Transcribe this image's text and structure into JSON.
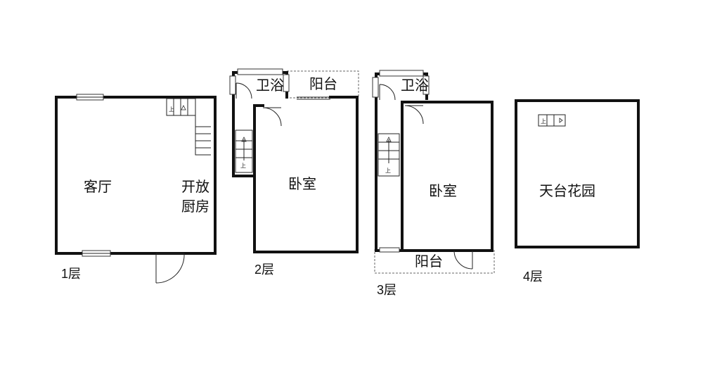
{
  "floors": [
    {
      "floor_label": "1层",
      "rooms": {
        "living": "客厅",
        "kitchen_line1": "开放",
        "kitchen_line2": "厨房"
      }
    },
    {
      "floor_label": "2层",
      "rooms": {
        "bath": "卫浴",
        "balcony": "阳台",
        "bedroom": "卧室"
      }
    },
    {
      "floor_label": "3层",
      "rooms": {
        "bath": "卫浴",
        "bedroom": "卧室",
        "balcony": "阳台"
      }
    },
    {
      "floor_label": "4层",
      "rooms": {
        "garden": "天台花园"
      }
    }
  ],
  "stair_marker": "上"
}
